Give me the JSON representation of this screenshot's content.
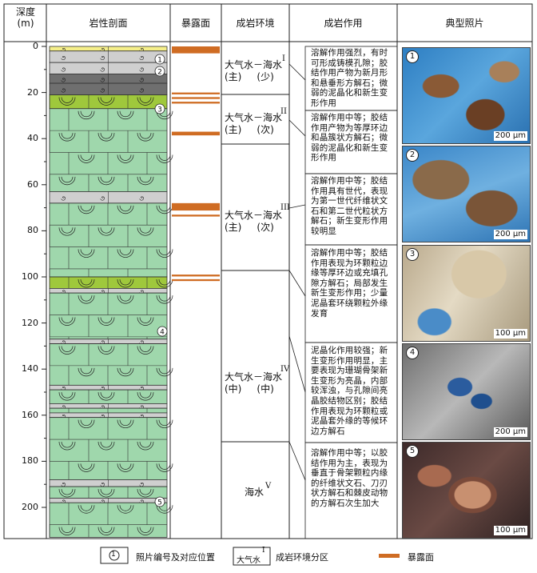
{
  "headers": {
    "depth": "深度\n(m)",
    "lithology": "岩性剖面",
    "exposure": "暴露面",
    "environment": "成岩环境",
    "diagenesis": "成岩作用",
    "photos": "典型照片"
  },
  "depth_ticks": [
    "0",
    "20",
    "40",
    "60",
    "80",
    "100",
    "120",
    "140",
    "160",
    "180",
    "200"
  ],
  "environments": [
    {
      "line1": "大气水－海水",
      "line2": "(主)     (少)",
      "roman": "I"
    },
    {
      "line1": "大气水－海水",
      "line2": "(主)     (次)",
      "roman": "II"
    },
    {
      "line1": "大气水－海水",
      "line2": "(主)     (次)",
      "roman": "III"
    },
    {
      "line1": "大气水－海水",
      "line2": "(中)     (中)",
      "roman": "IV"
    },
    {
      "line1": "海水",
      "line2": "",
      "roman": "V"
    }
  ],
  "diagenesis_notes": [
    "溶解作用强烈，有时可形成铸模孔隙；胶结作用产物为新月形和悬垂形方解石；微弱的泥晶化和新生变形作用",
    "溶解作用中等；胶结作用产物为等厚环边和晶簇状方解石；微弱的泥晶化和新生变形作用",
    "溶解作用中等；胶结作用具有世代，表现为第一世代纤维状文石和第二世代粒状方解石；新生变形作用较明显",
    "溶解作用中等；胶结作用表现为环颗粒边缘等厚环边或充填孔隙方解石；局部发生新生变形作用；少量泥晶套环绕颗粒外缘发育",
    "泥晶化作用较强；新生变形作用明显，主要表现为珊瑚骨架新生变形为亮晶，内部较浑浊，与孔隙间亮晶胶结物区别；胶结作用表现为环颗粒或泥晶套外缘的等候环边方解石",
    "溶解作用中等；以胶结作用为主，表现为垂直于骨架颗粒内缘的纤维状文石、刀刃状方解石和棘皮动物的方解石次生加大"
  ],
  "photos": [
    {
      "num": "1",
      "scale": "200 μm"
    },
    {
      "num": "2",
      "scale": "200 μm"
    },
    {
      "num": "3",
      "scale": "100 μm"
    },
    {
      "num": "4",
      "scale": "200 μm"
    },
    {
      "num": "5",
      "scale": "100 μm"
    }
  ],
  "column_markers": [
    "1",
    "2",
    "3",
    "4",
    "5"
  ],
  "legend": {
    "photo_label": "照片编号及对应位置",
    "photo_symbol": "1",
    "env_symbol": "大气水",
    "env_symbol_roman": "I",
    "env_label": "成岩环境分区",
    "exposure_label": "暴露面"
  },
  "colors": {
    "reef": "#9fd7ac",
    "grainstone": "#cfcfcf",
    "darkbed": "#6f6f6f",
    "green_bed": "#9fc83c",
    "yellow_bed": "#f5ef8a",
    "exposure": "#cf6c23"
  }
}
